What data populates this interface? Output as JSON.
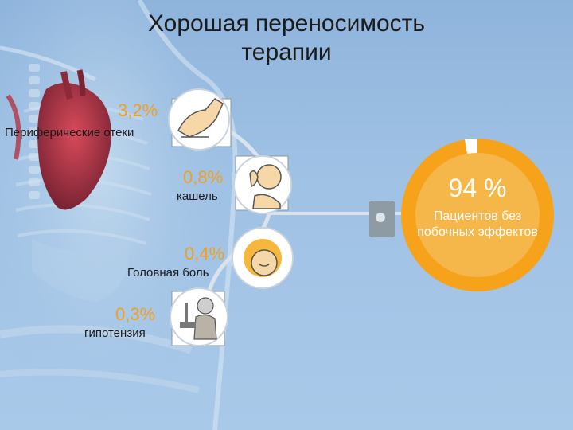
{
  "title": "Хорошая переносимость терапии",
  "items": [
    {
      "percent": "3,2%",
      "label": "Периферические отеки",
      "icon": "swollen-leg-icon"
    },
    {
      "percent": "0,8%",
      "label": "кашель",
      "icon": "coughing-man-icon"
    },
    {
      "percent": "0,4%",
      "label": "Головная боль",
      "icon": "headache-woman-icon"
    },
    {
      "percent": "0,3%",
      "label": "гипотензия",
      "icon": "blood-pressure-grandmother-icon"
    }
  ],
  "summary": {
    "percent": "94 %",
    "caption": "Пациентов без побочных эффектов"
  },
  "colors": {
    "accent": "#f7a21b",
    "ring_inner": "#f5b64a",
    "background": "#9fc1e4",
    "connector": "#d9e3ec"
  }
}
